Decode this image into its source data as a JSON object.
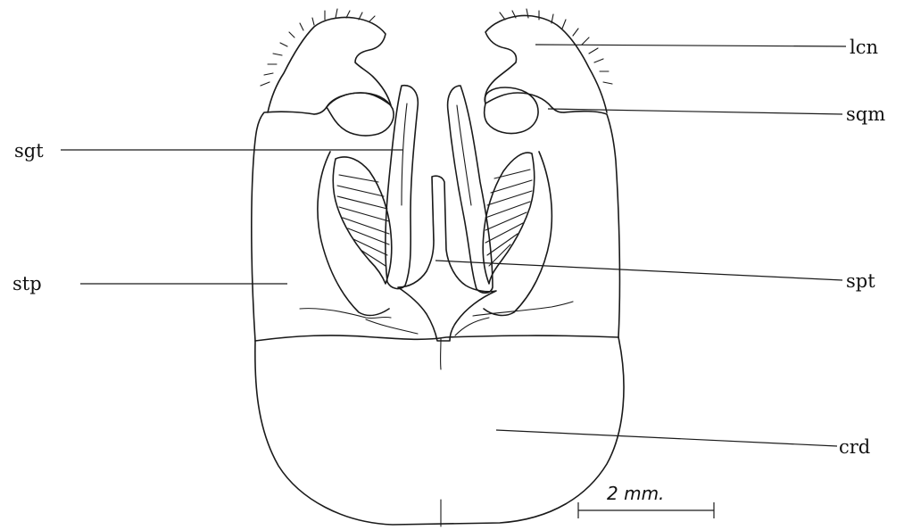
{
  "labels": {
    "lcn": "lcn",
    "sqm": "sqm",
    "sgt": "sgt",
    "stp": "stp",
    "spt": "spt",
    "crd": "crd"
  },
  "scale_bar": {
    "text": "2 mm."
  },
  "colors": {
    "ink": "#1a1a1a",
    "background": "#ffffff"
  }
}
